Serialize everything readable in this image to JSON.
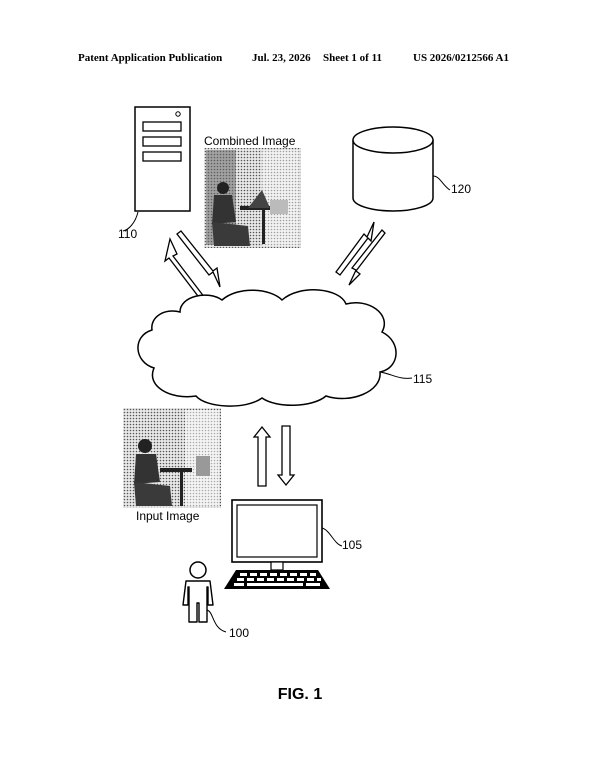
{
  "header": {
    "publication": "Patent Application Publication",
    "date": "Jul. 23, 2026",
    "sheet": "Sheet 1 of 11",
    "number": "US 2026/0212566 A1"
  },
  "figure": {
    "caption": "FIG. 1",
    "combined_image_label": "Combined Image",
    "input_image_label": "Input Image",
    "refs": {
      "server": "110",
      "database": "120",
      "network": "115",
      "computer": "105",
      "user": "100"
    }
  }
}
